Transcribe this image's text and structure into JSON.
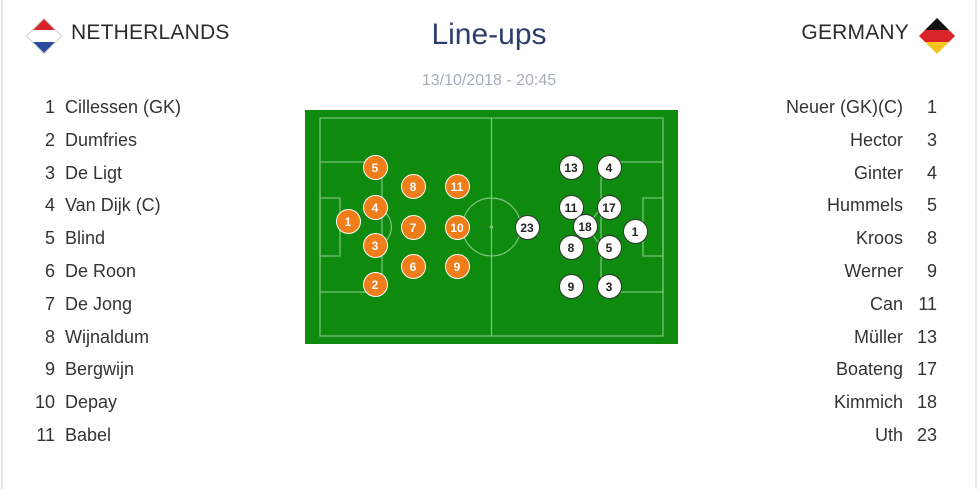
{
  "header": {
    "title": "Line-ups",
    "datetime": "13/10/2018 - 20:45"
  },
  "home": {
    "name": "NETHERLANDS",
    "flag_icon": "netherlands-flag-icon",
    "color": "#ef7d1a",
    "players": [
      {
        "number": "1",
        "name": "Cillessen (GK)"
      },
      {
        "number": "2",
        "name": "Dumfries"
      },
      {
        "number": "3",
        "name": "De Ligt"
      },
      {
        "number": "4",
        "name": "Van Dijk (C)"
      },
      {
        "number": "5",
        "name": "Blind"
      },
      {
        "number": "6",
        "name": "De Roon"
      },
      {
        "number": "7",
        "name": "De Jong"
      },
      {
        "number": "8",
        "name": "Wijnaldum"
      },
      {
        "number": "9",
        "name": "Bergwijn"
      },
      {
        "number": "10",
        "name": "Depay"
      },
      {
        "number": "11",
        "name": "Babel"
      }
    ]
  },
  "away": {
    "name": "GERMANY",
    "flag_icon": "germany-flag-icon",
    "color": "#ffffff",
    "players": [
      {
        "number": "1",
        "name": "Neuer (GK)(C)"
      },
      {
        "number": "3",
        "name": "Hector"
      },
      {
        "number": "4",
        "name": "Ginter"
      },
      {
        "number": "5",
        "name": "Hummels"
      },
      {
        "number": "8",
        "name": "Kroos"
      },
      {
        "number": "9",
        "name": "Werner"
      },
      {
        "number": "11",
        "name": "Can"
      },
      {
        "number": "13",
        "name": "Müller"
      },
      {
        "number": "17",
        "name": "Boateng"
      },
      {
        "number": "18",
        "name": "Kimmich"
      },
      {
        "number": "23",
        "name": "Uth"
      }
    ]
  },
  "pitch_color": "#0e8a0e"
}
